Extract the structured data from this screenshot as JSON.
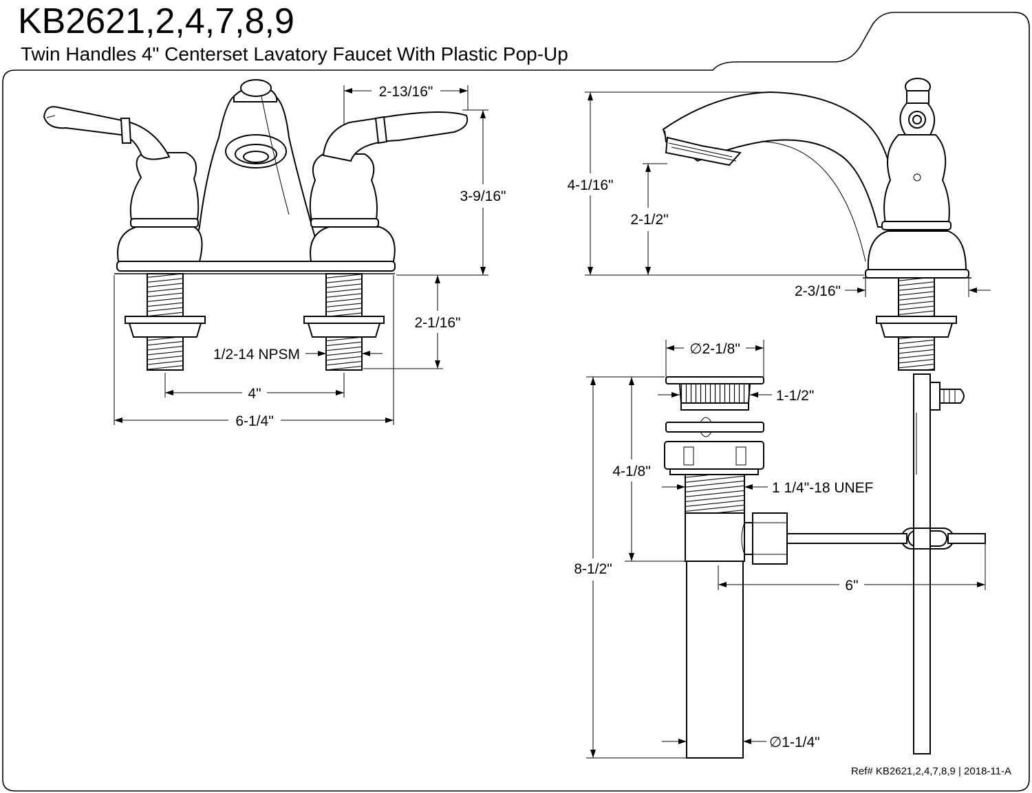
{
  "header": {
    "model": "KB2621,2,4,7,8,9",
    "description": "Twin Handles 4\" Centerset Lavatory Faucet With Plastic Pop-Up"
  },
  "front_view": {
    "handle_spacing_top": "2-13/16\"",
    "height": "3-9/16\"",
    "shank_length": "2-1/16\"",
    "thread": "1/2-14 NPSM",
    "center_spacing": "4\"",
    "overall_width": "6-1/4\""
  },
  "side_view": {
    "overall_height": "4-1/16\"",
    "spout_clearance": "2-1/2\"",
    "base_depth": "2-3/16\""
  },
  "drain_view": {
    "flange_diameter": "∅2-1/8\"",
    "cap_diameter": "1-1/2\"",
    "body_height": "4-1/8\"",
    "body_thread": "1 1/4\"-18 UNEF",
    "overall_length": "8-1/2\"",
    "rod_length": "6\"",
    "tailpiece_diameter": "∅1-1/4\""
  },
  "footer": {
    "reference": "Ref# KB2621,2,4,7,8,9 | 2018-11-A"
  }
}
